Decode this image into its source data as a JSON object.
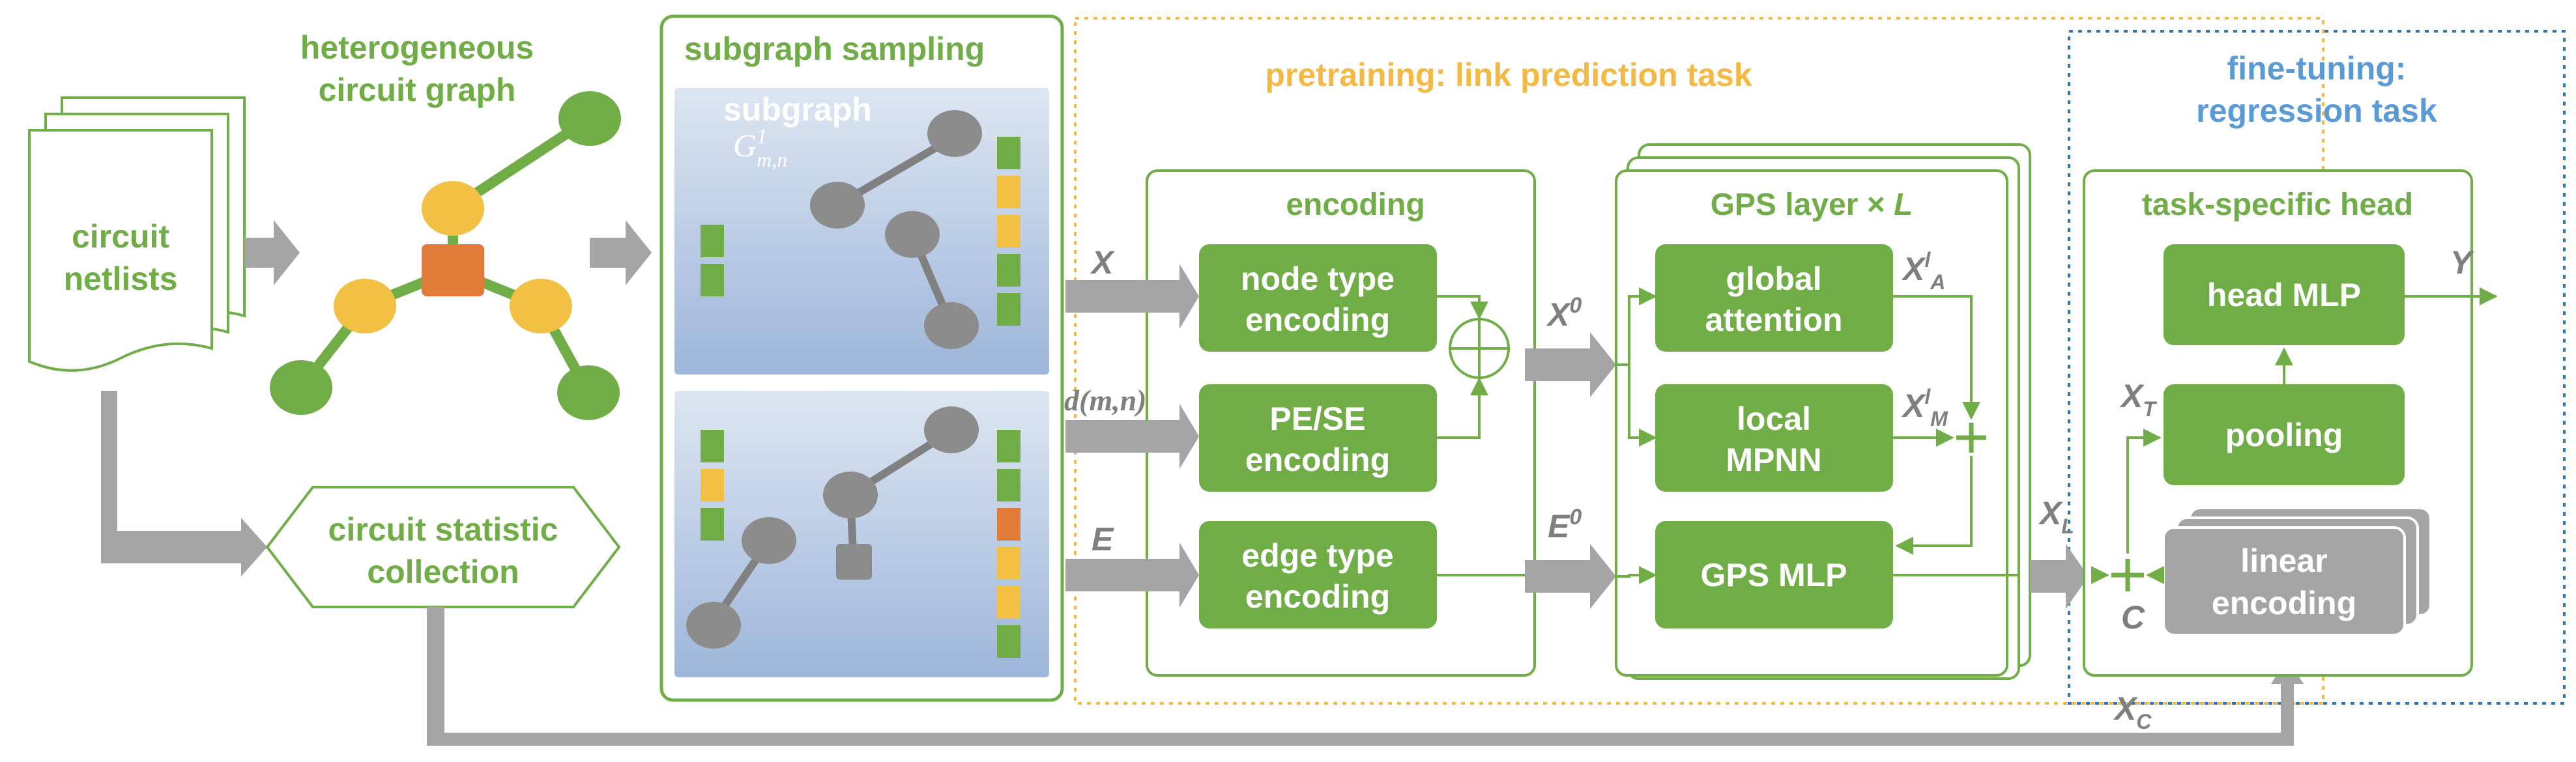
{
  "inputs": {
    "netlists_line1": "circuit",
    "netlists_line2": "netlists",
    "hetero_line1": "heterogeneous",
    "hetero_line2": "circuit graph",
    "stat_line1": "circuit statistic",
    "stat_line2": "collection"
  },
  "sampling": {
    "title": "subgraph sampling",
    "subgraph_label": "subgraph",
    "subgraph_symbol": "G",
    "subgraph_sup": "1",
    "subgraph_sub": "m,n"
  },
  "pretraining": {
    "title": "pretraining: link prediction task",
    "encoding_title": "encoding",
    "node_line1": "node type",
    "node_line2": "encoding",
    "pe_line1": "PE/SE",
    "pe_line2": "encoding",
    "edge_line1": "edge type",
    "edge_line2": "encoding",
    "gps_title": "GPS layer × ",
    "gps_title_var": "L",
    "global_line1": "global",
    "global_line2": "attention",
    "local_line1": "local",
    "local_line2": "MPNN",
    "gps_mlp": "GPS MLP"
  },
  "finetuning": {
    "title_line1": "fine-tuning:",
    "title_line2": "regression task",
    "head_title": "task-specific head",
    "head_mlp": "head MLP",
    "pooling": "pooling",
    "linear_line1": "linear",
    "linear_line2": "encoding"
  },
  "symbols": {
    "x": "X",
    "d": "d(m,n)",
    "e": "E",
    "x0": "X",
    "x0_sup": "0",
    "e0": "E",
    "e0_sup": "0",
    "xa": "X",
    "xa_sup": "l",
    "xa_sub": "A",
    "xm": "X",
    "xm_sup": "l",
    "xm_sub": "M",
    "xl": "X",
    "xl_sub": "L",
    "xt": "X",
    "xt_sub": "T",
    "xc": "X",
    "xc_sub": "C",
    "c": "C",
    "y": "Y"
  },
  "colors": {
    "green": "#70ad47",
    "orange_dotted": "#f4b942",
    "blue_title": "#5b9bd5",
    "blue_dotted": "#2e75b6",
    "gray": "#a5a5a5",
    "yellow_node": "#f2c042",
    "orange_node": "#e07b39"
  }
}
